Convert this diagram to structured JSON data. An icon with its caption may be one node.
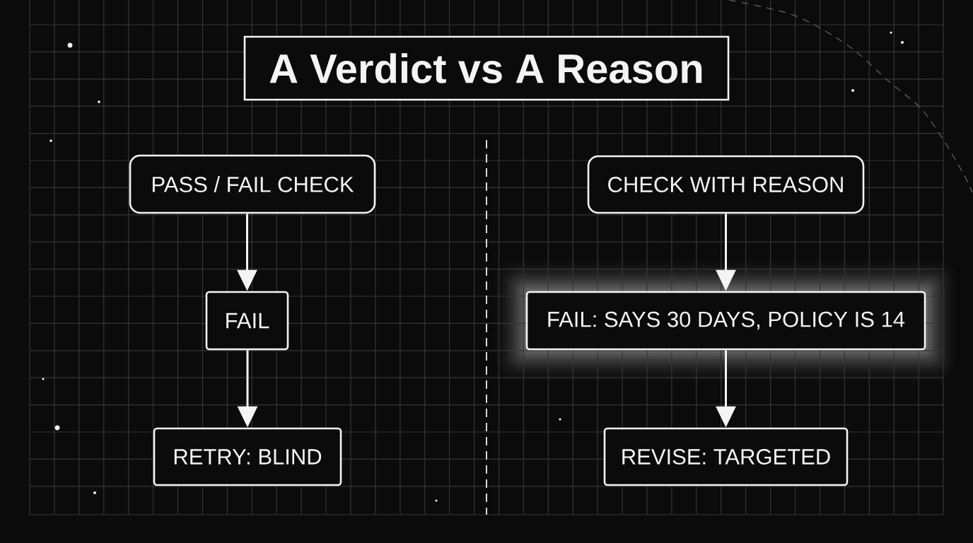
{
  "diagram": {
    "title": "A Verdict vs A Reason",
    "nodes": [
      {
        "text": [
          "PASS / FAIL CHECK"
        ]
      },
      {
        "text": [
          "FAIL"
        ]
      },
      {
        "text": [
          "RETRY: BLIND"
        ]
      },
      {
        "text": [
          "CHECK WITH REASON"
        ]
      },
      {
        "text": [
          "FAIL: SAYS 30 DAYS, POLICY IS 14"
        ]
      },
      {
        "text": [
          "REVISE: TARGETED"
        ]
      }
    ],
    "edges": [
      {
        "from": 0,
        "to": 1,
        "arrow": "to"
      },
      {
        "from": 1,
        "to": 2,
        "arrow": "to"
      },
      {
        "from": 3,
        "to": 4,
        "arrow": "to"
      },
      {
        "from": 4,
        "to": 5,
        "arrow": "to"
      }
    ]
  }
}
